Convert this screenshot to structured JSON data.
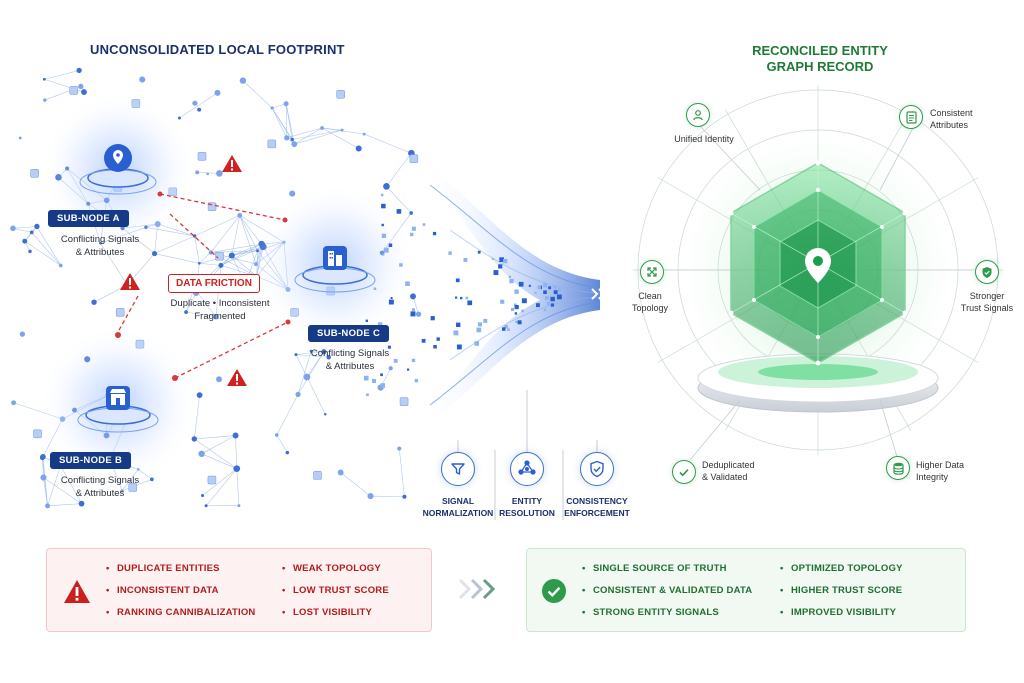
{
  "left_title": "UNCONSOLIDATED LOCAL FOOTPRINT",
  "right_title_line1": "RECONCILED ENTITY",
  "right_title_line2": "GRAPH RECORD",
  "sub_nodes": [
    {
      "label": "SUB-NODE A",
      "caption_line1": "Conflicting Signals",
      "caption_line2": "& Attributes",
      "icon": "map-pin-icon"
    },
    {
      "label": "SUB-NODE B",
      "caption_line1": "Conflicting Signals",
      "caption_line2": "& Attributes",
      "icon": "storefront-icon"
    },
    {
      "label": "SUB-NODE C",
      "caption_line1": "Conflicting Signals",
      "caption_line2": "& Attributes",
      "icon": "building-icon"
    }
  ],
  "friction": {
    "label": "DATA FRICTION",
    "line1": "Duplicate • Inconsistent",
    "line2": "Fragmented"
  },
  "stages": [
    {
      "line1": "SIGNAL",
      "line2": "NORMALIZATION",
      "icon": "funnel-icon"
    },
    {
      "line1": "ENTITY",
      "line2": "RESOLUTION",
      "icon": "network-icon"
    },
    {
      "line1": "CONSISTENCY",
      "line2": "ENFORCEMENT",
      "icon": "shield-check-icon"
    }
  ],
  "features": {
    "unified_identity": {
      "line1": "Unified Identity",
      "icon": "user-icon"
    },
    "consistent_attributes": {
      "line1": "Consistent",
      "line2": "Attributes",
      "icon": "document-icon"
    },
    "clean_topology": {
      "line1": "Clean",
      "line2": "Topology",
      "icon": "expand-icon"
    },
    "stronger_trust": {
      "line1": "Stronger",
      "line2": "Trust Signals",
      "icon": "shield-icon"
    },
    "deduplicated": {
      "line1": "Deduplicated",
      "line2": "& Validated",
      "icon": "checkmark-icon"
    },
    "higher_integrity": {
      "line1": "Higher Data",
      "line2": "Integrity",
      "icon": "database-icon"
    }
  },
  "problems": [
    "DUPLICATE ENTITIES",
    "INCONSISTENT DATA",
    "RANKING CANNIBALIZATION",
    "WEAK TOPOLOGY",
    "LOW TRUST SCORE",
    "LOST VISIBILITY"
  ],
  "outcomes": [
    "SINGLE SOURCE OF TRUTH",
    "CONSISTENT & VALIDATED DATA",
    "STRONG ENTITY SIGNALS",
    "OPTIMIZED TOPOLOGY",
    "HIGHER TRUST SCORE",
    "IMPROVED VISIBILITY"
  ],
  "colors": {
    "navy": "#173a86",
    "red": "#d02121",
    "green": "#2f9a4a",
    "blue_glow": "#5b8fe8"
  }
}
